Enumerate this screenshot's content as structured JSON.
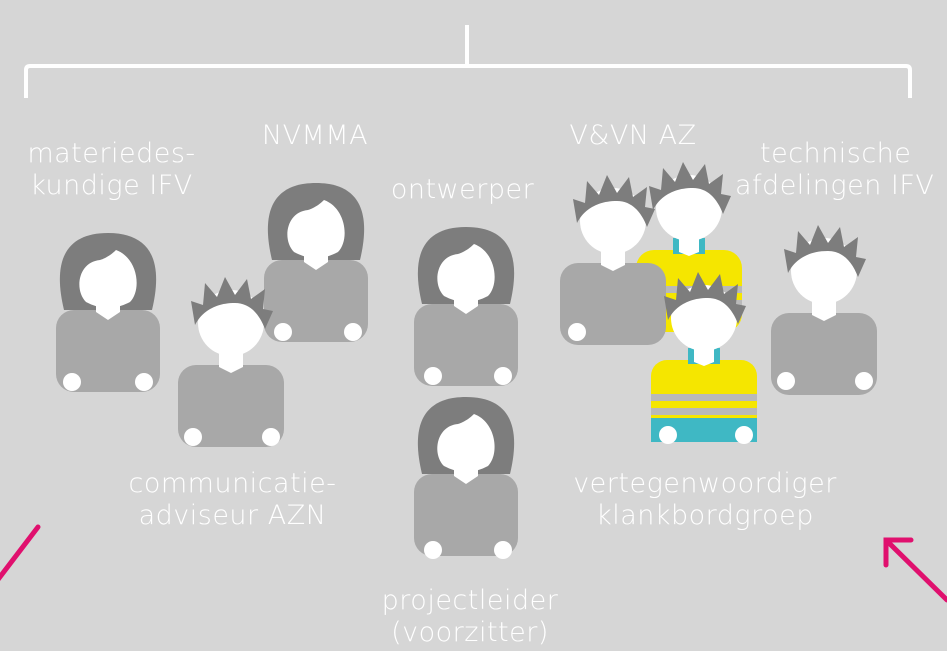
{
  "labels": {
    "materiedeskundige": [
      "materiedes-",
      "kundige IFV"
    ],
    "nvmma": "NVMMA",
    "vvn_az": "V&VN AZ",
    "technische": [
      "technische",
      "afdelingen IFV"
    ],
    "ontwerper": "ontwerper",
    "communicatie": [
      "communicatie-",
      "adviseur AZN"
    ],
    "projectleider": [
      "projectleider",
      "(voorzitter)"
    ],
    "vertegenwoordiger": [
      "vertegenwoordiger",
      "klankbordgroep"
    ]
  },
  "colors": {
    "background": "#d6d6d6",
    "bracket": "#ffffff",
    "text": "#ffffff",
    "hair": "#7d7d7d",
    "body_gray": "#a8a8a8",
    "face": "#ffffff",
    "vest_yellow": "#f5e600",
    "vest_stripe": "#b9b9b9",
    "vest_teal": "#3fb8c4",
    "arrow": "#e0106e"
  }
}
